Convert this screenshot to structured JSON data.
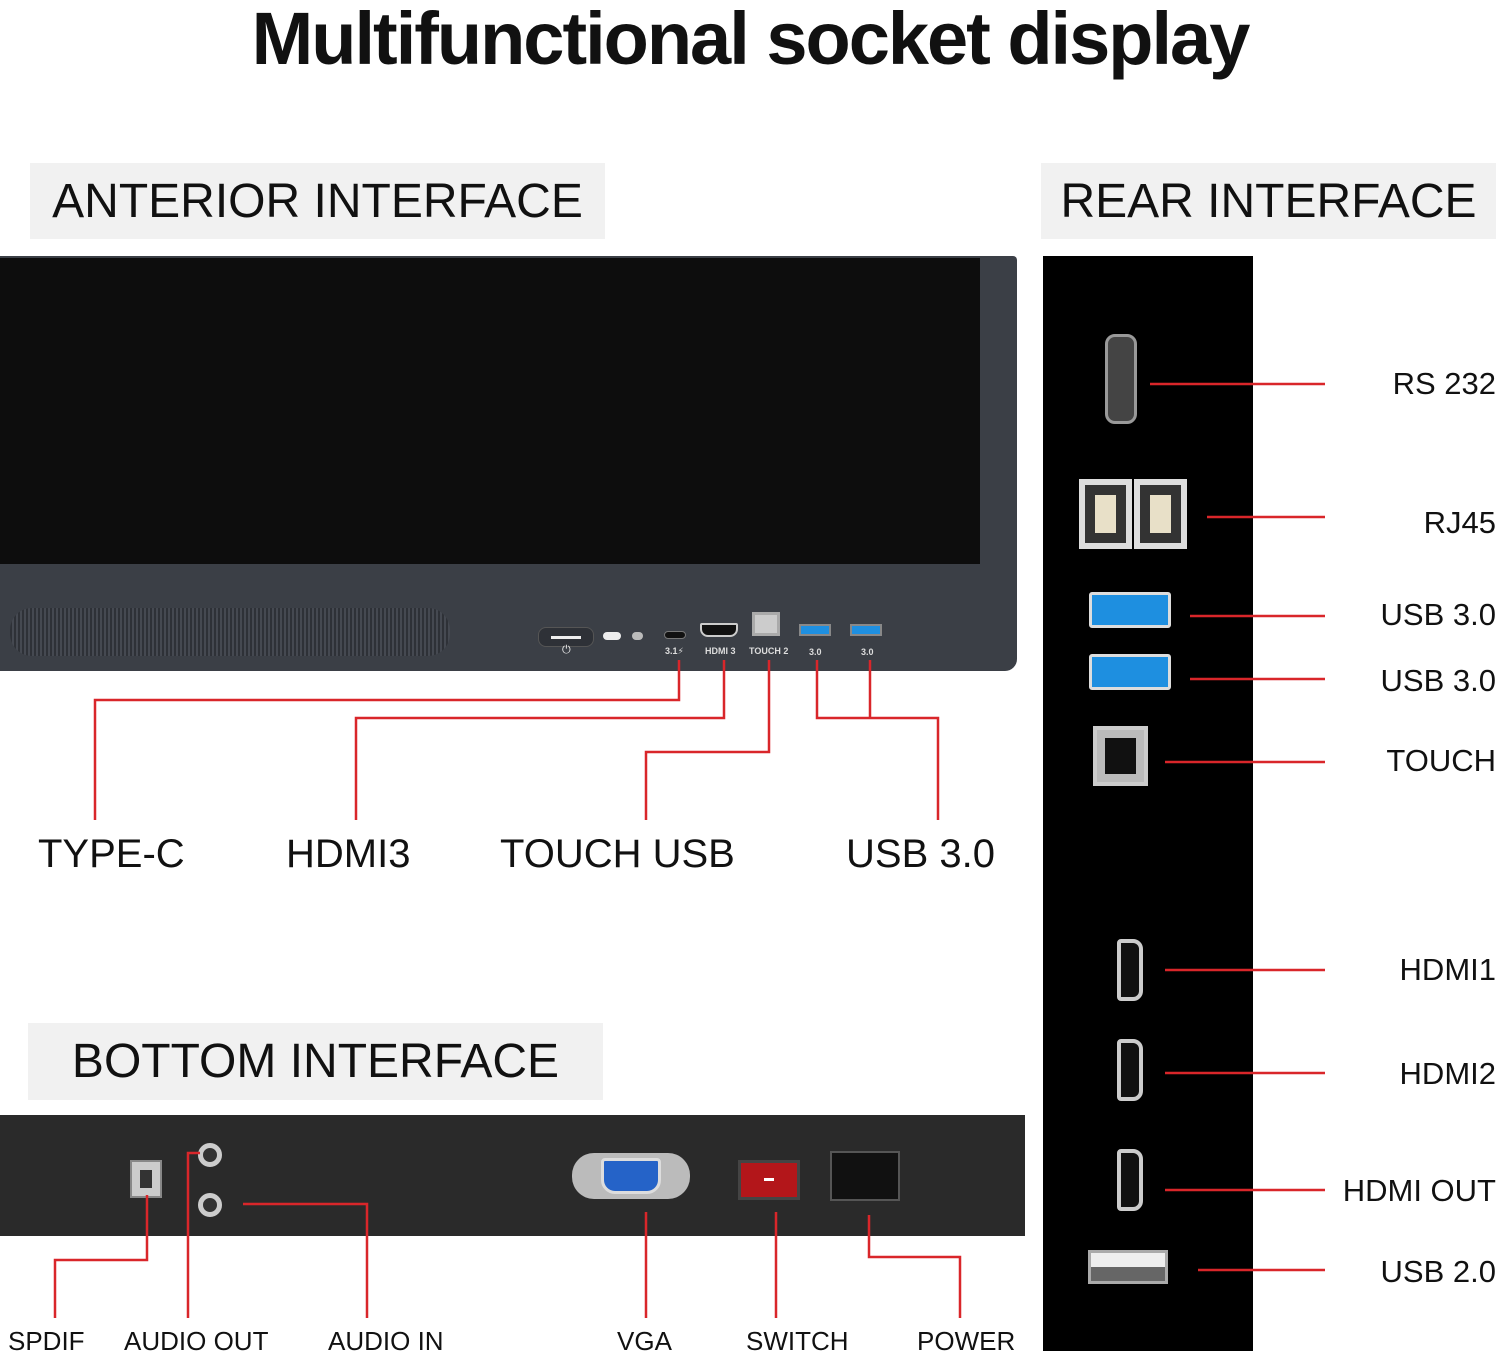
{
  "title": "Multifunctional socket display",
  "sections": {
    "anterior": "ANTERIOR INTERFACE",
    "rear": "REAR INTERFACE",
    "bottom": "BOTTOM INTERFACE"
  },
  "front_panel_labels": {
    "typec": "3.1⚡",
    "hdmi": "HDMI 3",
    "touch": "TOUCH 2",
    "usb1": "3.0",
    "usb2": "3.0"
  },
  "anterior_labels": [
    "TYPE-C",
    "HDMI3",
    "TOUCH USB",
    "USB 3.0"
  ],
  "rear_labels": [
    "RS 232",
    "RJ45",
    "USB 3.0",
    "USB 3.0",
    "TOUCH",
    "HDMI1",
    "HDMI2",
    "HDMI OUT",
    "USB 2.0"
  ],
  "bottom_labels": [
    "SPDIF",
    "AUDIO OUT",
    "AUDIO IN",
    "VGA",
    "SWITCH",
    "POWER"
  ],
  "colors": {
    "line": "#d9262a",
    "screen": "#0d0d0d",
    "bezel": "#3b3f46",
    "usb_blue": "#1e8fe0"
  }
}
